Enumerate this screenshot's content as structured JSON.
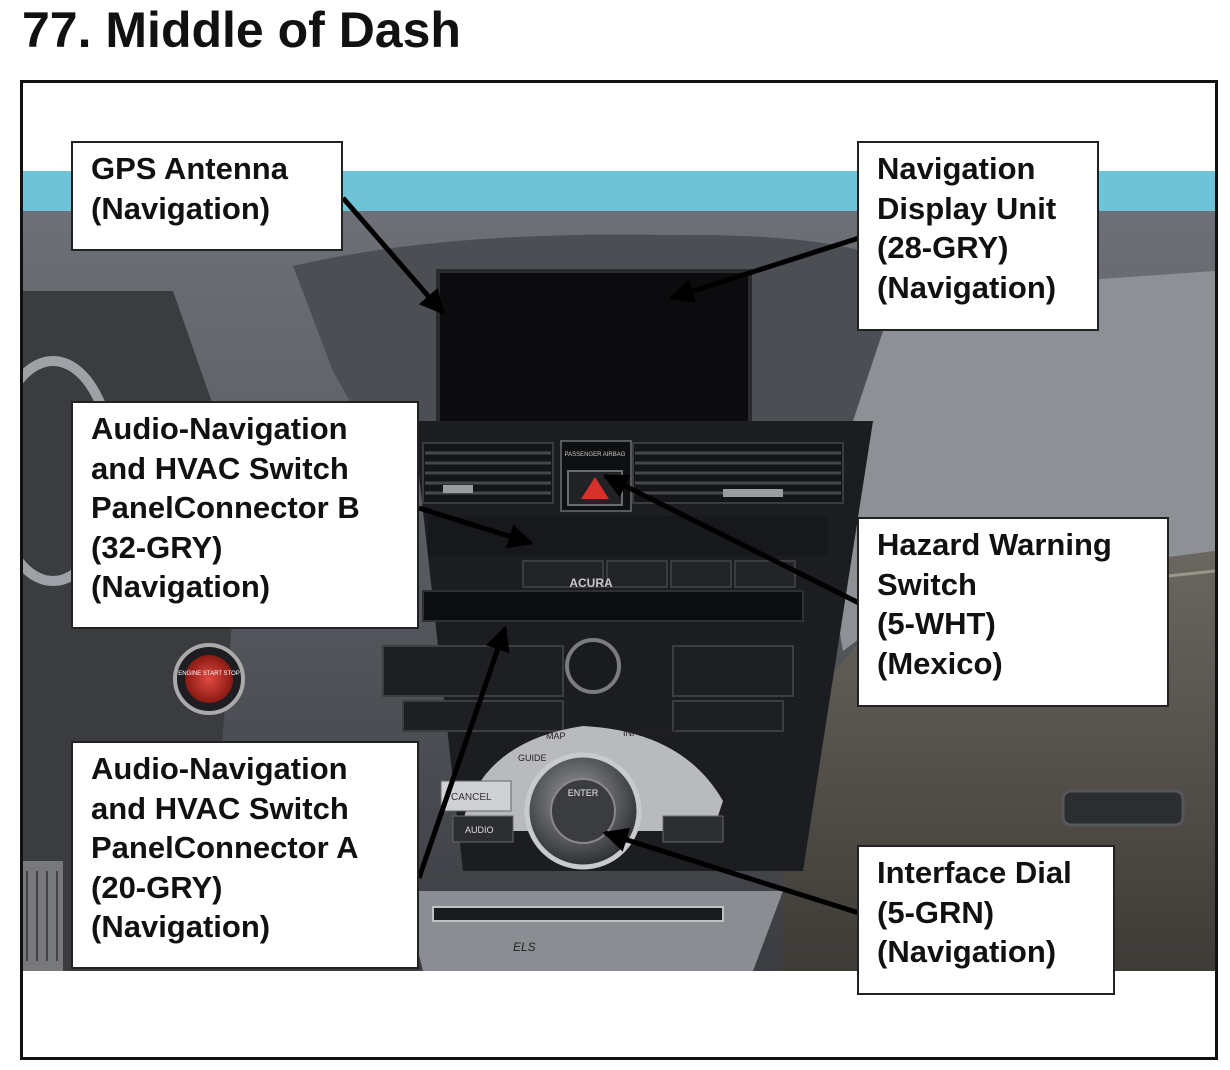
{
  "title": "77.  Middle of Dash",
  "callouts": {
    "gps": [
      "GPS Antenna",
      "(Navigation)"
    ],
    "display": [
      "Navigation",
      "Display Unit",
      "(28-GRY)",
      "(Navigation)"
    ],
    "connector_b": [
      "Audio-Navigation",
      "and HVAC Switch",
      "PanelConnector B",
      "(32-GRY)",
      "(Navigation)"
    ],
    "hazard": [
      "Hazard Warning",
      "Switch",
      "(5-WHT)",
      "(Mexico)"
    ],
    "connector_a": [
      "Audio-Navigation",
      "and HVAC Switch",
      "PanelConnector A",
      "(20-GRY)",
      "(Navigation)"
    ],
    "dial": [
      "Interface Dial",
      "(5-GRN)",
      "(Navigation)"
    ]
  },
  "photo_labels": {
    "airbag": "PASSENGER AIRBAG",
    "brand": "ACURA",
    "engine_button": "ENGINE START STOP",
    "enter": "ENTER",
    "cancel": "CANCEL",
    "audio": "AUDIO",
    "map": "MAP",
    "guide": "GUIDE",
    "info": "INFO PHONE",
    "els": "ELS"
  },
  "colors": {
    "sky": "#6fc3d6",
    "dash_dark": "#2a2c30",
    "dash_grey": "#7d8085",
    "hazard_red": "#d8302a",
    "engine_red": "#c22a22"
  }
}
